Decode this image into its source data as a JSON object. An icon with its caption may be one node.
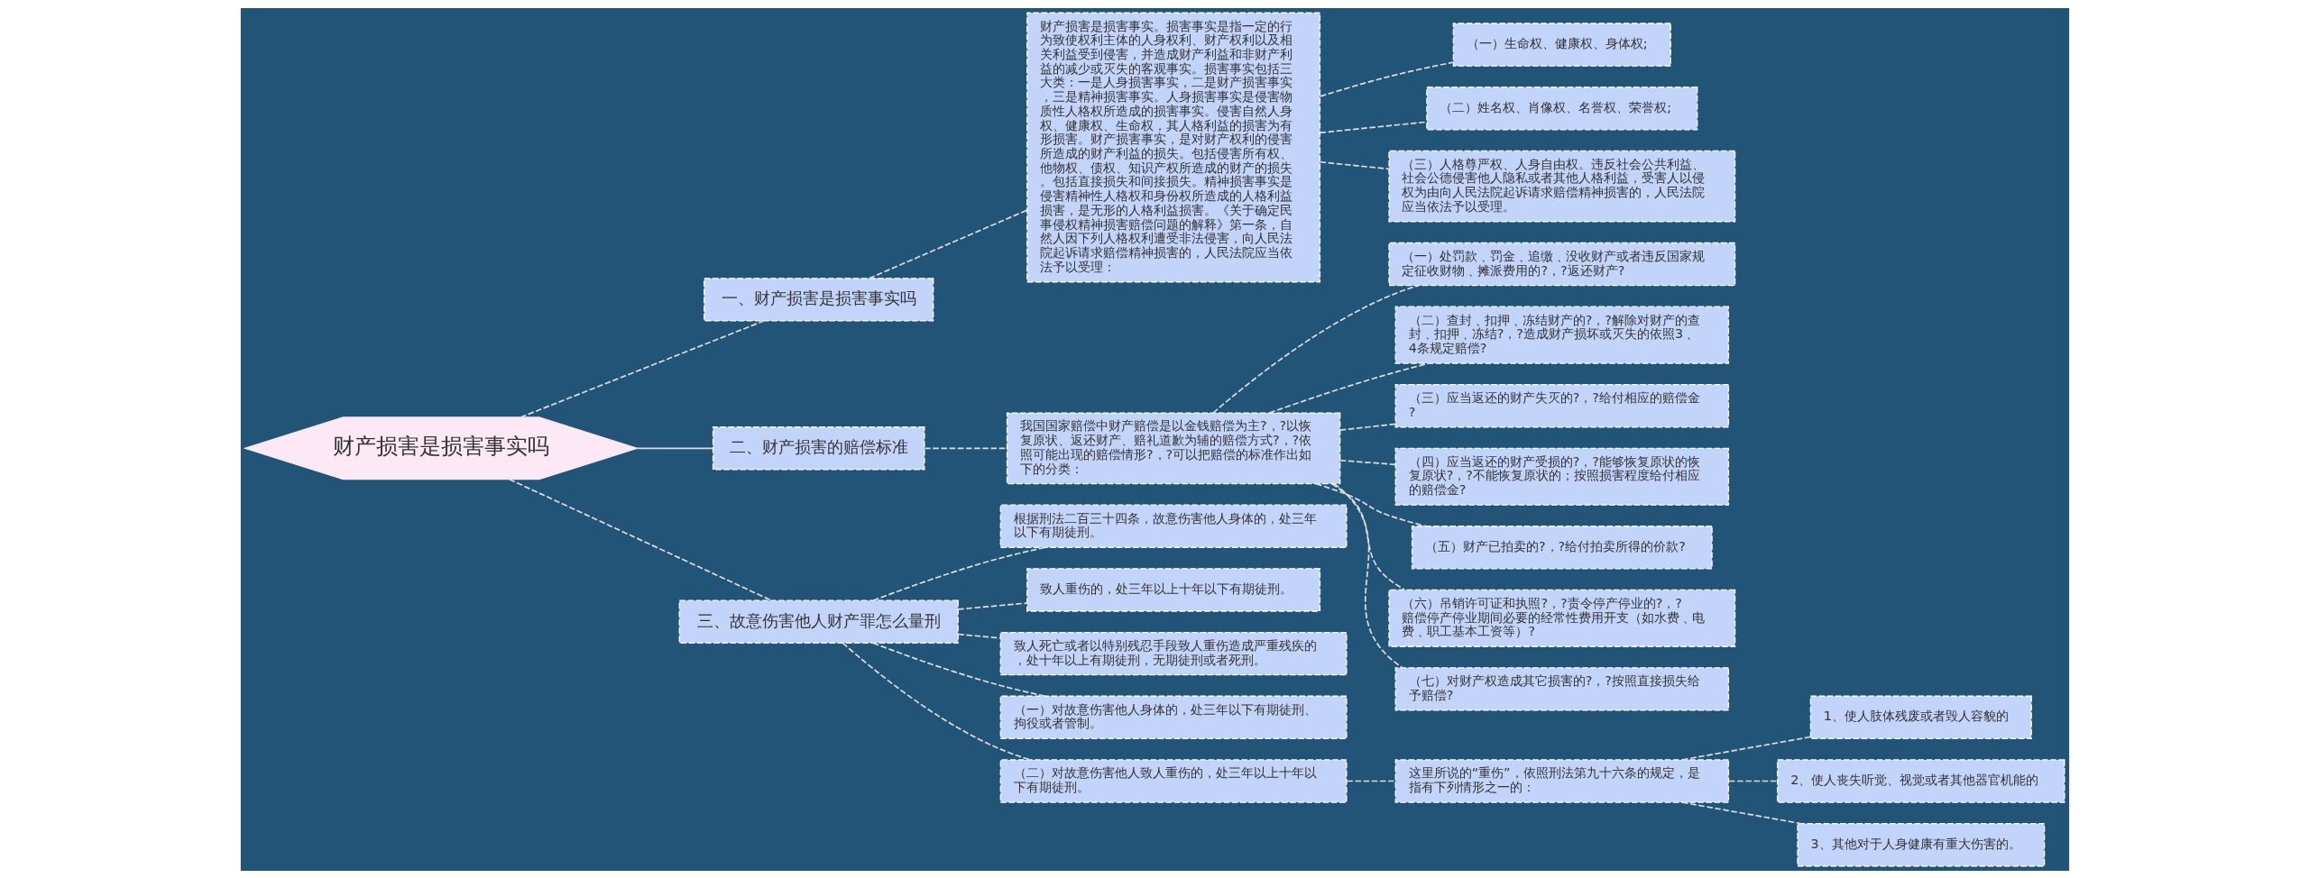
{
  "diagram": {
    "nodes": [
      {
        "text": [
          "财产损害是损害事实吗"
        ]
      },
      {
        "text": [
          "一、财产损害是损害事实吗"
        ]
      },
      {
        "text": [
          "财产损害是损害事实。损害事实是指一定的行为致使权利主体的人身权利、财产权利以及相关利益受到侵害，并造成财产利益和非财产利益的减少或灭失的客观事实。损害事实包括三大类：一是人身损害事实，二是财产损害事实，三是精神损害事实。人身损害事实是侵害物质性人格权所造成的损害事实。侵害自然人身权、健康权、生命权，其人格利益的损害为有形损害。财产损害事实，是对财产权利的侵害所造成的财产利益的损失。包括侵害所有权、他物权、债权、知识产权所造成的财产的损失。包括直接损失和间接损失。精神损害事实是侵害精神性人格权和身份权所造成的人格利益损害，是无形的人格利益损害。《关于确定民事侵权精神损害赔偿问题的解释》第一条，自然人因下列人格权利遭受非法侵害，向人民法院起诉请求赔偿精神损害的，人民法院应当依法予以受理："
        ]
      },
      {
        "text": [
          "（一）生命权、健康权、身体权;"
        ]
      },
      {
        "text": [
          "（二）姓名权、肖像权、名誉权、荣誉权;"
        ]
      },
      {
        "text": [
          "（三）人格尊严权、人身自由权。违反社会公共利益、社会公德侵害他人隐私或者其他人格利益，受害人以侵权为由向人民法院起诉请求赔偿精神损害的，人民法院应当依法予以受理。"
        ]
      },
      {
        "text": [
          "二、财产损害的赔偿标准"
        ]
      },
      {
        "text": [
          "我国国家赔偿中财产赔偿是以金钱赔偿为主?，?以恢复原状、返还财产、赔礼道歉为辅的赔偿方式?，?依照可能出现的赔偿情形?，?可以把赔偿的标准作出如下的分类："
        ]
      },
      {
        "text": [
          "（一）处罚款﹑罚金﹑追缴﹑没收财产或者违反国家规定征收财物﹑摊派费用的?，?返还财产?"
        ]
      },
      {
        "text": [
          "（二）查封﹑扣押﹑冻结财产的?，?解除对财产的查封﹑扣押﹑冻结?，?造成财产损坏或灭失的依照3﹑4条规定赔偿?"
        ]
      },
      {
        "text": [
          "（三）应当返还的财产失灭的?，?给付相应的赔偿金?"
        ]
      },
      {
        "text": [
          "（四）应当返还的财产受损的?，?能够恢复原状的恢复原状?，?不能恢复原状的；按照损害程度给付相应的赔偿金?"
        ]
      },
      {
        "text": [
          "（五）财产已拍卖的?，?给付拍卖所得的价款?"
        ]
      },
      {
        "text": [
          "（六）吊销许可证和执照?，?责令停产停业的?，?赔偿停产停业期间必要的经常性费用开支（如水费﹑电费﹑职工基本工资等）?"
        ]
      },
      {
        "text": [
          "（七）对财产权造成其它损害的?，?按照直接损失给予赔偿?"
        ]
      },
      {
        "text": [
          "三、故意伤害他人财产罪怎么量刑"
        ]
      },
      {
        "text": [
          "根据刑法二百三十四条，故意伤害他人身体的，处三年以下有期徒刑。"
        ]
      },
      {
        "text": [
          "致人重伤的，处三年以上十年以下有期徒刑。"
        ]
      },
      {
        "text": [
          "致人死亡或者以特别残忍手段致人重伤造成严重残疾的，处十年以上有期徒刑，无期徒刑或者死刑。"
        ]
      },
      {
        "text": [
          "（一）对故意伤害他人身体的，处三年以下有期徒刑、拘役或者管制。"
        ]
      },
      {
        "text": [
          "（二）对故意伤害他人致人重伤的，处三年以上十年以下有期徒刑。"
        ]
      },
      {
        "text": [
          "这里所说的“重伤”，依照刑法第九十六条的规定，是指有下列情形之一的："
        ]
      },
      {
        "text": [
          "1、使人肢体残废或者毁人容貌的"
        ]
      },
      {
        "text": [
          "2、使人丧失听觉、视觉或者其他器官机能的"
        ]
      },
      {
        "text": [
          "3、其他对于人身健康有重大伤害的。"
        ]
      }
    ],
    "edges": [
      {
        "from": 0,
        "to": 1,
        "arrow": "none",
        "style": "dashed"
      },
      {
        "from": 1,
        "to": 2,
        "arrow": "none",
        "style": "dashed"
      },
      {
        "from": 2,
        "to": 3,
        "arrow": "none",
        "style": "dashed"
      },
      {
        "from": 2,
        "to": 4,
        "arrow": "none",
        "style": "dashed"
      },
      {
        "from": 2,
        "to": 5,
        "arrow": "none",
        "style": "dashed"
      },
      {
        "from": 0,
        "to": 6,
        "arrow": "none"
      },
      {
        "from": 6,
        "to": 7,
        "arrow": "none",
        "style": "dashed"
      },
      {
        "from": 7,
        "to": 8,
        "arrow": "none",
        "style": "dashed"
      },
      {
        "from": 7,
        "to": 9,
        "arrow": "none",
        "style": "dashed"
      },
      {
        "from": 7,
        "to": 10,
        "arrow": "none",
        "style": "dashed"
      },
      {
        "from": 7,
        "to": 11,
        "arrow": "none",
        "style": "dashed"
      },
      {
        "from": 7,
        "to": 12,
        "arrow": "none",
        "style": "dashed"
      },
      {
        "from": 7,
        "to": 13,
        "arrow": "none",
        "style": "dashed"
      },
      {
        "from": 7,
        "to": 14,
        "arrow": "none",
        "style": "dashed"
      },
      {
        "from": 0,
        "to": 15,
        "arrow": "none",
        "style": "dashed"
      },
      {
        "from": 15,
        "to": 16,
        "arrow": "none",
        "style": "dashed"
      },
      {
        "from": 15,
        "to": 17,
        "arrow": "none",
        "style": "dashed"
      },
      {
        "from": 15,
        "to": 18,
        "arrow": "none",
        "style": "dashed"
      },
      {
        "from": 15,
        "to": 19,
        "arrow": "none",
        "style": "dashed"
      },
      {
        "from": 15,
        "to": 20,
        "arrow": "none",
        "style": "dashed"
      },
      {
        "from": 20,
        "to": 21,
        "arrow": "none",
        "style": "dashed"
      },
      {
        "from": 21,
        "to": 22,
        "arrow": "none",
        "style": "dashed"
      },
      {
        "from": 21,
        "to": 23,
        "arrow": "none",
        "style": "dashed"
      },
      {
        "from": 21,
        "to": 24,
        "arrow": "none",
        "style": "dashed"
      }
    ]
  }
}
